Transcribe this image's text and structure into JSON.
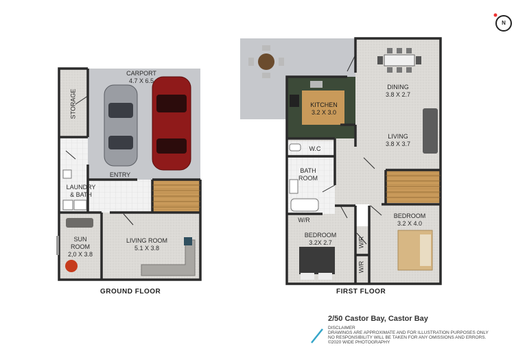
{
  "ground_floor": {
    "title": "GROUND FLOOR",
    "rooms": {
      "carport": {
        "name": "CARPORT",
        "dims": "4.7 X 6.5"
      },
      "storage": {
        "name": "STORAGE"
      },
      "entry": {
        "name": "ENTRY"
      },
      "laundry": {
        "name": "LAUNDRY",
        "name2": "& BATH"
      },
      "sun_room": {
        "name": "SUN",
        "name2": "ROOM",
        "dims": "2,0 X 3.8"
      },
      "living_room": {
        "name": "LIVING ROOM",
        "dims": "5.1 X 3.8"
      }
    }
  },
  "first_floor": {
    "title": "FIRST FLOOR",
    "rooms": {
      "dining": {
        "name": "DINING",
        "dims": "3.8 X 2.7"
      },
      "kitchen": {
        "name": "KITCHEN",
        "dims": "3.2 X 3.0"
      },
      "living": {
        "name": "LIVING",
        "dims": "3.8 X 3.7"
      },
      "wc": {
        "name": "W.C"
      },
      "bathroom": {
        "name": "BATH",
        "name2": "ROOM"
      },
      "bedroom1": {
        "name": "BEDROOM",
        "dims": "3.2 X 4.0"
      },
      "bedroom2": {
        "name": "BEDROOM",
        "dims": "3.2X 2.7"
      },
      "wr1": {
        "name": "W/R"
      },
      "wr2": {
        "name": "W/R"
      },
      "wr3": {
        "name": "W/R"
      }
    }
  },
  "footer": {
    "address": "2/50 Castor Bay, Castor Bay",
    "disclaimer_title": "DISCLAIMER",
    "disclaimer_line1": "DRAWINGS ARE APPROXIMATE AND FOR ILLUSTRATION PURPOSES ONLY",
    "disclaimer_line2": "NO RESPONSIBILITY WILL BE TAKEN FOR ANY OMISSIONS AND ERRORS.",
    "copyright": "©2020 WIDE PHOTOGRAPHY"
  },
  "compass": {
    "letter": "N"
  },
  "colors": {
    "wall": "#2b2b2b",
    "floor_carpet": "#d9d7d4",
    "carport": "#c6c8cc",
    "tile": "#eeeeee",
    "wood": "#c99a5a",
    "kitchen_bench": "#3c4a38",
    "accent_line": "#36a6c9"
  }
}
